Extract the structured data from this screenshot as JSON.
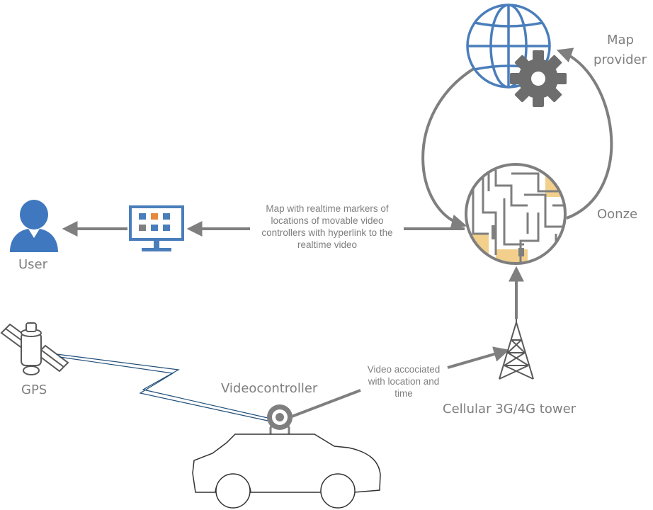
{
  "labels": {
    "map_provider_line1": "Map",
    "map_provider_line2": "provider",
    "oonze": "Oonze",
    "user": "User",
    "gps": "GPS",
    "videocontroller": "Videocontroller",
    "tower": "Cellular 3G/4G tower",
    "map_markers_note": "Map with realtime markers of locations of movable video controllers with hyperlink to the realtime video",
    "video_note": "Video accociated with location and time"
  },
  "colors": {
    "arrow": "#7f7f7f",
    "icon_blue": "#4a7ebb",
    "user_blue": "#3f78bf",
    "map_yellow": "#f2d08c",
    "gear": "#6d6d6d",
    "orange": "#e8883a",
    "gps_link": "#1f4e79"
  },
  "icons": [
    "globe-icon",
    "gear-icon",
    "map-icon",
    "monitor-icon",
    "user-icon",
    "satellite-icon",
    "camera-icon",
    "car-icon",
    "tower-icon"
  ]
}
